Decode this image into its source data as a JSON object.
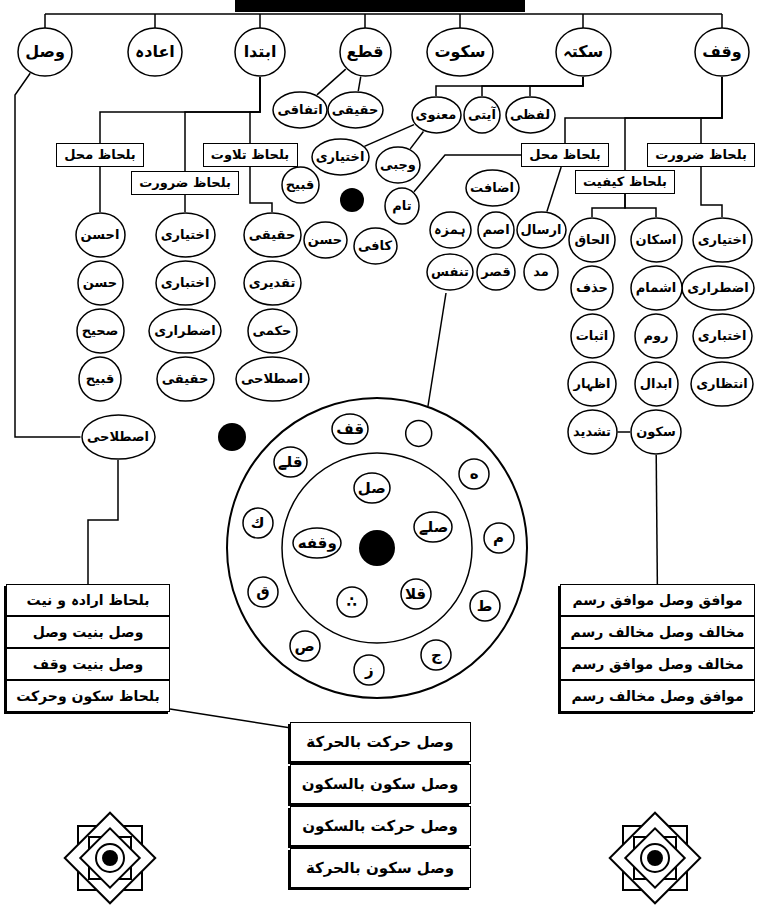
{
  "diagram": {
    "nodes": [
      {
        "text": [
          "وقف"
        ]
      },
      {
        "text": [
          "سکتہ"
        ]
      },
      {
        "text": [
          "سکوت"
        ]
      },
      {
        "text": [
          "قطع"
        ]
      },
      {
        "text": [
          "ابتدا"
        ]
      },
      {
        "text": [
          "اعادہ"
        ]
      },
      {
        "text": [
          "وصل"
        ]
      },
      {
        "text": [
          "بلحاظ ضرورت"
        ]
      },
      {
        "text": [
          "بلحاظ محل"
        ]
      },
      {
        "text": [
          "بلحاظ کیفیت"
        ]
      },
      {
        "text": [
          "اختیاری"
        ]
      },
      {
        "text": [
          "اضطراری"
        ]
      },
      {
        "text": [
          "اختباری"
        ]
      },
      {
        "text": [
          "انتظاری"
        ]
      },
      {
        "text": [
          "اسکان"
        ]
      },
      {
        "text": [
          "اشمام"
        ]
      },
      {
        "text": [
          "روم"
        ]
      },
      {
        "text": [
          "ابدال"
        ]
      },
      {
        "text": [
          "سکون"
        ]
      },
      {
        "text": [
          "الحاق"
        ]
      },
      {
        "text": [
          "حذف"
        ]
      },
      {
        "text": [
          "اثبات"
        ]
      },
      {
        "text": [
          "اظہار"
        ]
      },
      {
        "text": [
          "تشدید"
        ]
      },
      {
        "text": [
          "لفظی"
        ]
      },
      {
        "text": [
          "آیتی"
        ]
      },
      {
        "text": [
          "معنوی"
        ]
      },
      {
        "text": [
          "اضافت"
        ]
      },
      {
        "text": [
          "ہمزہ"
        ]
      },
      {
        "text": [
          "اصم"
        ]
      },
      {
        "text": [
          "ارسال"
        ]
      },
      {
        "text": [
          "مد"
        ]
      },
      {
        "text": [
          "قصر"
        ]
      },
      {
        "text": [
          "تنفس"
        ]
      },
      {
        "text": [
          "وجبی"
        ]
      },
      {
        "text": [
          "اختیاری"
        ]
      },
      {
        "text": [
          "قبیح"
        ]
      },
      {
        "text": [
          "حسن"
        ]
      },
      {
        "text": [
          "کافی"
        ]
      },
      {
        "text": [
          "تام"
        ]
      },
      {
        "text": [
          "حقیقی"
        ]
      },
      {
        "text": [
          "اتفاقی"
        ]
      },
      {
        "text": [
          "بلحاظ تلاوت"
        ]
      },
      {
        "text": [
          "بلحاظ محل"
        ]
      },
      {
        "text": [
          "بلحاظ ضرورت"
        ]
      },
      {
        "text": [
          "حقیقی"
        ]
      },
      {
        "text": [
          "تقدیری"
        ]
      },
      {
        "text": [
          "حکمی"
        ]
      },
      {
        "text": [
          "اصطلاحی"
        ]
      },
      {
        "text": [
          "اختیاری"
        ]
      },
      {
        "text": [
          "اختباری"
        ]
      },
      {
        "text": [
          "اضطراری"
        ]
      },
      {
        "text": [
          "حقیقی"
        ]
      },
      {
        "text": [
          "احسن"
        ]
      },
      {
        "text": [
          "حسن"
        ]
      },
      {
        "text": [
          "صحیح"
        ]
      },
      {
        "text": [
          "قبیح"
        ]
      },
      {
        "text": [
          "اصطلاحی"
        ]
      },
      {
        "text": [
          "ه"
        ]
      },
      {
        "text": [
          "م"
        ]
      },
      {
        "text": [
          "ط"
        ]
      },
      {
        "text": [
          "ج"
        ]
      },
      {
        "text": [
          "ز"
        ]
      },
      {
        "text": [
          "ص"
        ]
      },
      {
        "text": [
          "ق"
        ]
      },
      {
        "text": [
          "ك"
        ]
      },
      {
        "text": [
          "قلے"
        ]
      },
      {
        "text": [
          "قف"
        ]
      },
      {
        "text": [
          "صل"
        ]
      },
      {
        "text": [
          "صلے"
        ]
      },
      {
        "text": [
          "قلا"
        ]
      },
      {
        "text": [
          "∴"
        ]
      },
      {
        "text": [
          "وقفه"
        ]
      },
      {
        "text": [
          "موافق وصل موافق رسم"
        ]
      },
      {
        "text": [
          "مخالف وصل مخالف رسم"
        ]
      },
      {
        "text": [
          "مخالف وصل موافق رسم"
        ]
      },
      {
        "text": [
          "موافق وصل مخالف رسم"
        ]
      },
      {
        "text": [
          "بلحاظ ارادہ و نیت"
        ]
      },
      {
        "text": [
          "وصل بنیت وصل"
        ]
      },
      {
        "text": [
          "وصل بنیت وقف"
        ]
      },
      {
        "text": [
          "بلحاظ سکون وحرکت"
        ]
      },
      {
        "text": [
          "وصل حرکت بالحرکة"
        ]
      },
      {
        "text": [
          "وصل سکون بالسکون"
        ]
      },
      {
        "text": [
          "وصل حرکت بالسکون"
        ]
      },
      {
        "text": [
          "وصل سکون بالحرکة"
        ]
      }
    ],
    "edges": [
      {
        "from": 0,
        "to": 7,
        "arrow": "none"
      },
      {
        "from": 0,
        "to": 8,
        "arrow": "none"
      },
      {
        "from": 0,
        "to": 9,
        "arrow": "none"
      },
      {
        "from": 7,
        "to": 10,
        "arrow": "none"
      },
      {
        "from": 9,
        "to": 14,
        "arrow": "none"
      },
      {
        "from": 9,
        "to": 19,
        "arrow": "none"
      },
      {
        "from": 8,
        "to": 39,
        "arrow": "none"
      },
      {
        "from": 1,
        "to": 24,
        "arrow": "none"
      },
      {
        "from": 1,
        "to": 25,
        "arrow": "none"
      },
      {
        "from": 1,
        "to": 26,
        "arrow": "none"
      },
      {
        "from": 26,
        "to": 35,
        "arrow": "none"
      },
      {
        "from": 26,
        "to": 34,
        "arrow": "none"
      },
      {
        "from": 8,
        "to": 30,
        "arrow": "none"
      },
      {
        "from": 3,
        "to": 40,
        "arrow": "none"
      },
      {
        "from": 3,
        "to": 41,
        "arrow": "none"
      },
      {
        "from": 4,
        "to": 42,
        "arrow": "none"
      },
      {
        "from": 4,
        "to": 43,
        "arrow": "none"
      },
      {
        "from": 4,
        "to": 44,
        "arrow": "none"
      },
      {
        "from": 42,
        "to": 45,
        "arrow": "none"
      },
      {
        "from": 44,
        "to": 49,
        "arrow": "none"
      },
      {
        "from": 43,
        "to": 53,
        "arrow": "none"
      },
      {
        "from": 6,
        "to": 57,
        "arrow": "none"
      },
      {
        "from": 57,
        "to": 77,
        "arrow": "none"
      },
      {
        "from": 80,
        "to": 81,
        "arrow": "none"
      },
      {
        "from": 18,
        "to": 73,
        "arrow": "none"
      },
      {
        "from": 23,
        "to": 18,
        "arrow": "none"
      }
    ]
  }
}
